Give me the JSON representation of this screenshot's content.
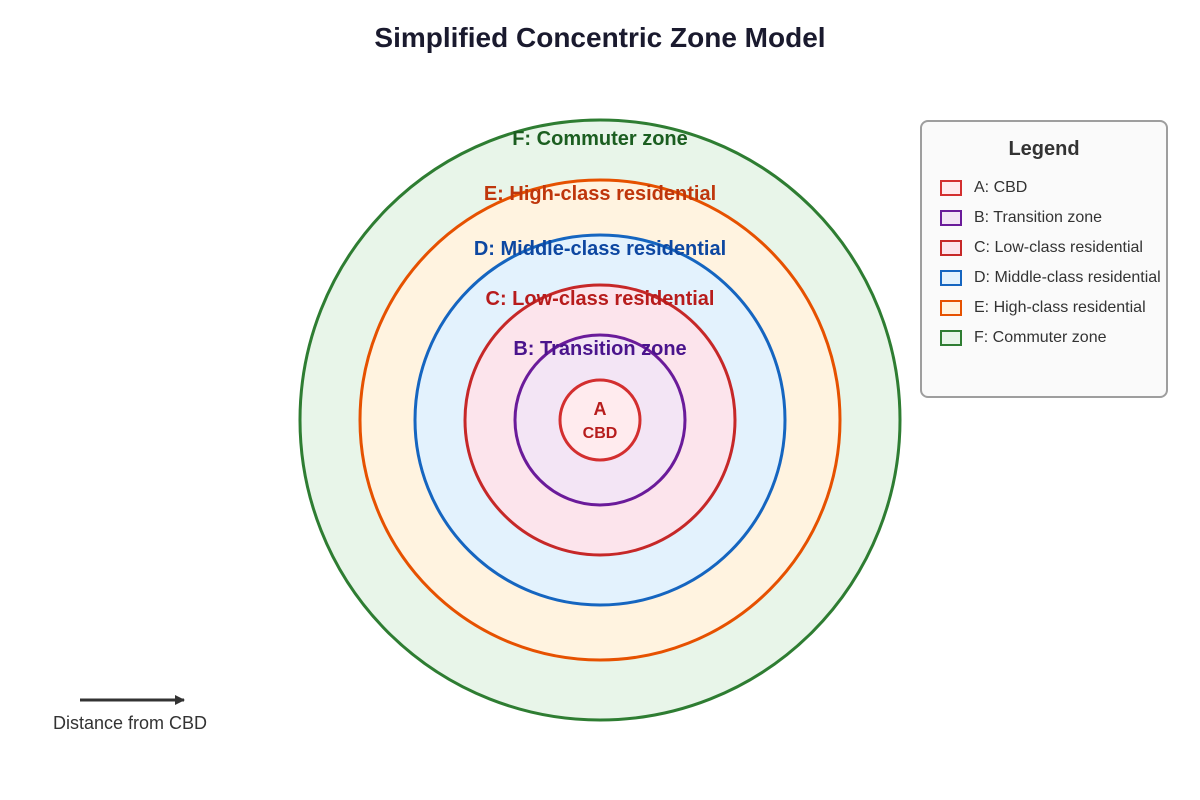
{
  "title": "Simplified Concentric Zone Model",
  "zones": [
    {
      "id": "F",
      "label": "F: Commuter zone",
      "stroke": "#2e7d32",
      "fill": "#e8f5e9",
      "text": "#1b5e20"
    },
    {
      "id": "E",
      "label": "E: High-class residential",
      "stroke": "#e65100",
      "fill": "#fff3e0",
      "text": "#bf360c"
    },
    {
      "id": "D",
      "label": "D: Middle-class residential",
      "stroke": "#1565c0",
      "fill": "#e3f2fd",
      "text": "#0d47a1"
    },
    {
      "id": "C",
      "label": "C: Low-class residential",
      "stroke": "#c62828",
      "fill": "#fce4ec",
      "text": "#b71c1c"
    },
    {
      "id": "B",
      "label": "B: Transition zone",
      "stroke": "#6a1b9a",
      "fill": "#f3e5f5",
      "text": "#4a148c"
    },
    {
      "id": "A",
      "label": "A: CBD",
      "stroke": "#d32f2f",
      "fill": "#ffebee",
      "text": "#b71c1c"
    }
  ],
  "center": {
    "letter": "A",
    "name": "CBD"
  },
  "legend": {
    "title": "Legend",
    "items": [
      {
        "label": "A: CBD",
        "stroke": "#d32f2f",
        "fill": "#ffebee"
      },
      {
        "label": "B: Transition zone",
        "stroke": "#6a1b9a",
        "fill": "#f3e5f5"
      },
      {
        "label": "C: Low-class residential",
        "stroke": "#c62828",
        "fill": "#fce4ec"
      },
      {
        "label": "D: Middle-class residential",
        "stroke": "#1565c0",
        "fill": "#e3f2fd"
      },
      {
        "label": "E: High-class residential",
        "stroke": "#e65100",
        "fill": "#fff3e0"
      },
      {
        "label": "F: Commuter zone",
        "stroke": "#2e7d32",
        "fill": "#e8f5e9"
      }
    ]
  },
  "axis": {
    "label": "Distance from CBD",
    "color": "#333333"
  }
}
